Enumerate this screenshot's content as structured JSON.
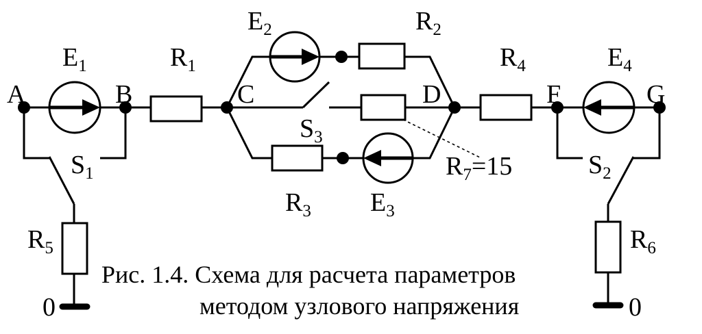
{
  "nodes": {
    "a": "A",
    "b": "B",
    "c": "C",
    "d": "D",
    "f": "F",
    "g": "G",
    "ground_left": "0",
    "ground_right": "0"
  },
  "sources": {
    "e1": {
      "base": "E",
      "sub": "1"
    },
    "e2": {
      "base": "E",
      "sub": "2"
    },
    "e3": {
      "base": "E",
      "sub": "3"
    },
    "e4": {
      "base": "E",
      "sub": "4"
    }
  },
  "resistors": {
    "r1": {
      "base": "R",
      "sub": "1"
    },
    "r2": {
      "base": "R",
      "sub": "2"
    },
    "r3": {
      "base": "R",
      "sub": "3"
    },
    "r4": {
      "base": "R",
      "sub": "4"
    },
    "r5": {
      "base": "R",
      "sub": "5"
    },
    "r6": {
      "base": "R",
      "sub": "6"
    },
    "r7": {
      "base": "R",
      "sub": "7",
      "value": "=15"
    }
  },
  "switches": {
    "s1": {
      "base": "S",
      "sub": "1"
    },
    "s2": {
      "base": "S",
      "sub": "2"
    },
    "s3": {
      "base": "S",
      "sub": "3"
    }
  },
  "caption": {
    "line1": "Рис. 1.4. Схема для расчета параметров",
    "line2": "методом узлового напряжения"
  }
}
